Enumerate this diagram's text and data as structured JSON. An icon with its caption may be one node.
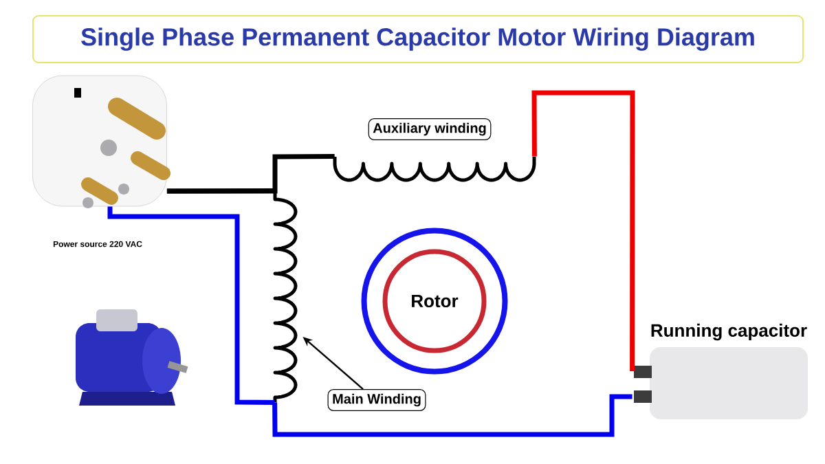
{
  "diagram": {
    "title": "Single Phase Permanent Capacitor Motor Wiring Diagram",
    "nodes": [
      {
        "text": [],
        "shape": "picture",
        "beside": [
          "Power source 220 VAC"
        ]
      },
      {
        "text": [
          "Auxiliary winding"
        ]
      },
      {
        "text": [],
        "shape": "coil"
      },
      {
        "text": [],
        "shape": "coil"
      },
      {
        "text": [
          "Rotor"
        ]
      },
      {
        "text": [
          "Main Winding"
        ]
      },
      {
        "text": [
          "Running capacitor"
        ]
      }
    ],
    "edges": [
      {
        "from": 0,
        "to": 2,
        "arrow": "none",
        "color": "#000000"
      },
      {
        "from": 0,
        "to": 3,
        "arrow": "none",
        "color": "#000000"
      },
      {
        "from": 0,
        "to": 3,
        "arrow": "none",
        "color": "#0000ee"
      },
      {
        "from": 3,
        "to": 6,
        "arrow": "none",
        "color": "#0000ee"
      },
      {
        "from": 2,
        "to": 6,
        "arrow": "none",
        "color": "#ee0000"
      },
      {
        "from": 5,
        "to": 3,
        "arrow": "to"
      }
    ]
  }
}
